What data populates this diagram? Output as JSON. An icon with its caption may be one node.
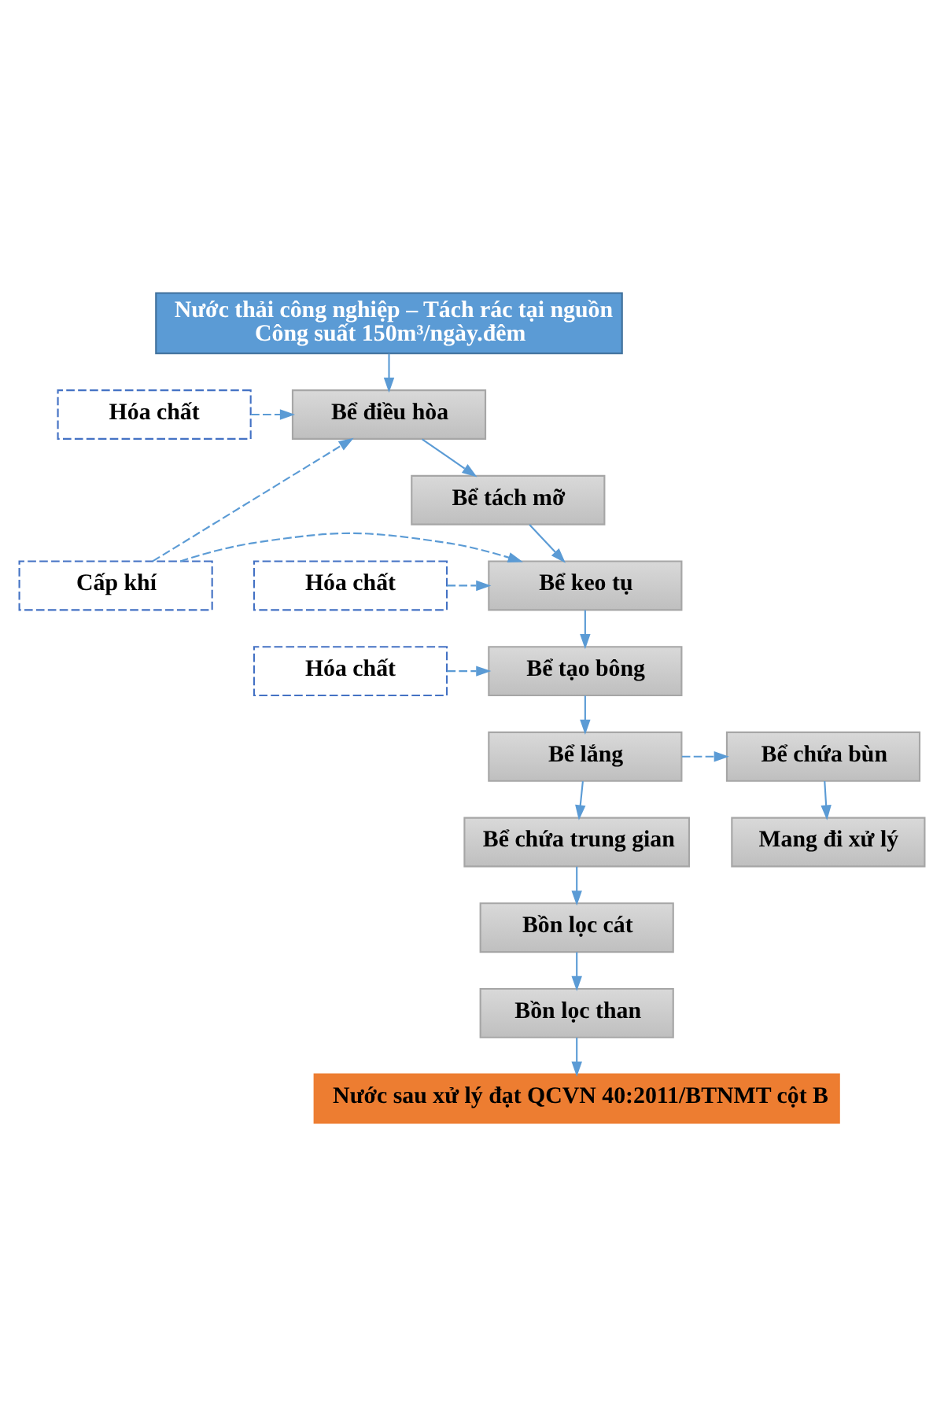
{
  "diagram": {
    "nodes": [
      {
        "text": [
          "Nước thải công nghiệp – Tách rác tại nguồn",
          "Công suất 150m³/ngày.đêm"
        ]
      },
      {
        "text": [
          "Bể điều hòa"
        ]
      },
      {
        "text": [
          "Hóa chất"
        ]
      },
      {
        "text": [
          "Bể tách mỡ"
        ]
      },
      {
        "text": [
          "Cấp khí"
        ]
      },
      {
        "text": [
          "Bể keo tụ"
        ]
      },
      {
        "text": [
          "Hóa chất"
        ]
      },
      {
        "text": [
          "Bể tạo bông"
        ]
      },
      {
        "text": [
          "Hóa chất"
        ]
      },
      {
        "text": [
          "Bể lắng"
        ]
      },
      {
        "text": [
          "Bể chứa bùn"
        ]
      },
      {
        "text": [
          "Bể chứa trung gian"
        ]
      },
      {
        "text": [
          "Mang đi xử lý"
        ]
      },
      {
        "text": [
          "Bồn lọc cát"
        ]
      },
      {
        "text": [
          "Bồn lọc than"
        ]
      },
      {
        "text": [
          "Nước sau xử lý đạt QCVN 40:2011/BTNMT cột B"
        ]
      }
    ],
    "edges": [
      {
        "from": 0,
        "to": 1,
        "arrow": "to"
      },
      {
        "from": 2,
        "to": 1,
        "arrow": "to",
        "style": "dashed"
      },
      {
        "from": 1,
        "to": 3,
        "arrow": "to"
      },
      {
        "from": 4,
        "to": 1,
        "arrow": "to",
        "style": "dashed"
      },
      {
        "from": 4,
        "to": 5,
        "arrow": "to",
        "style": "dashed"
      },
      {
        "from": 6,
        "to": 5,
        "arrow": "to",
        "style": "dashed"
      },
      {
        "from": 3,
        "to": 5,
        "arrow": "to"
      },
      {
        "from": 5,
        "to": 7,
        "arrow": "to"
      },
      {
        "from": 8,
        "to": 7,
        "arrow": "to",
        "style": "dashed"
      },
      {
        "from": 7,
        "to": 9,
        "arrow": "to"
      },
      {
        "from": 9,
        "to": 10,
        "arrow": "to",
        "style": "dashed"
      },
      {
        "from": 9,
        "to": 11,
        "arrow": "to"
      },
      {
        "from": 10,
        "to": 12,
        "arrow": "to"
      },
      {
        "from": 11,
        "to": 13,
        "arrow": "to"
      },
      {
        "from": 13,
        "to": 14,
        "arrow": "to"
      },
      {
        "from": 14,
        "to": 15,
        "arrow": "to"
      }
    ]
  }
}
